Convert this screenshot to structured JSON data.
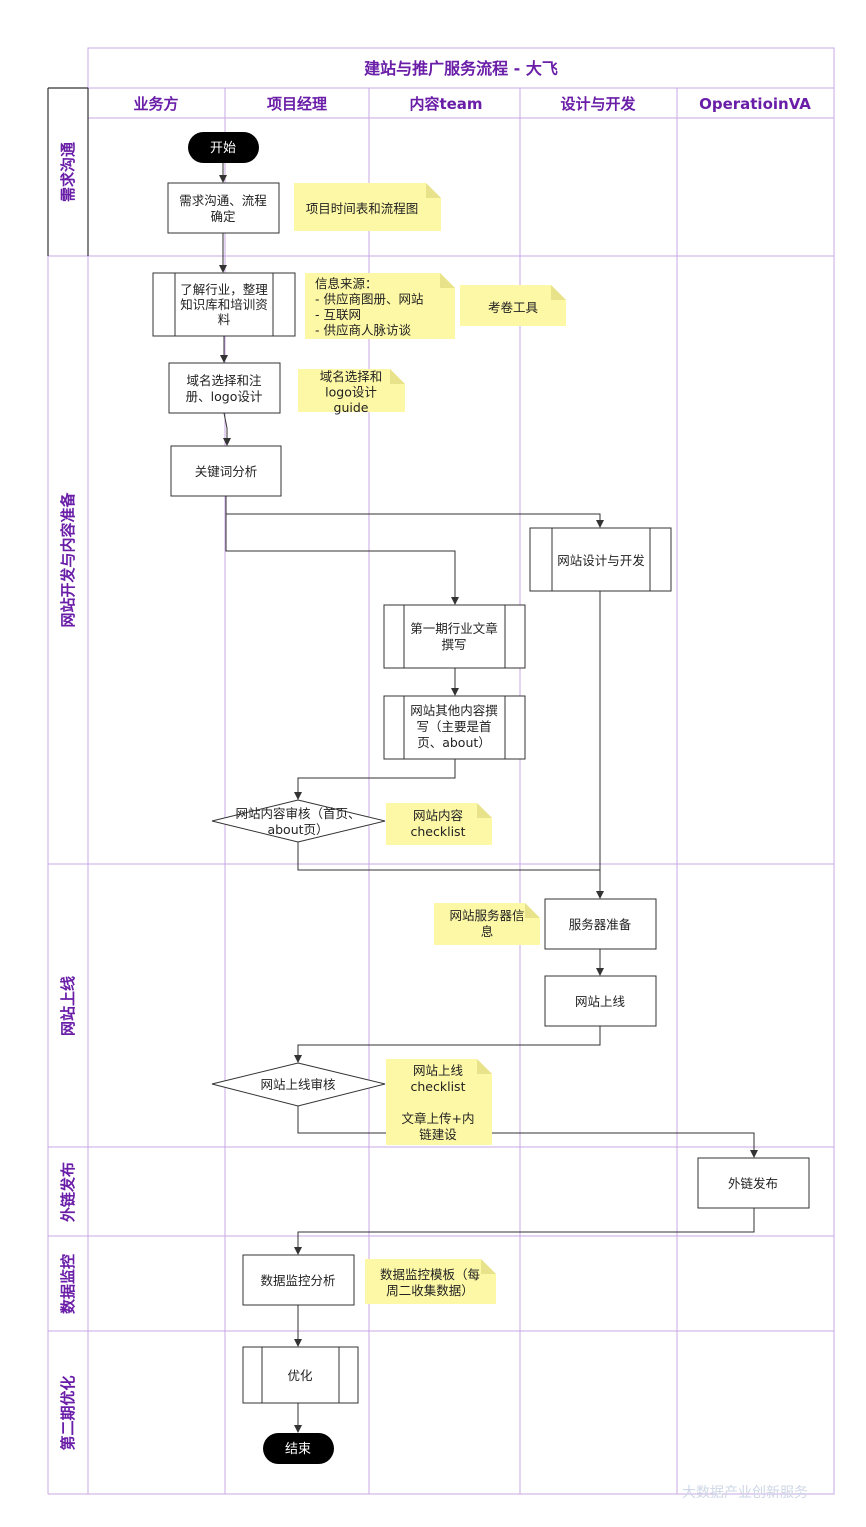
{
  "title": "建站与推广服务流程 - 大飞",
  "lanes": [
    "业务方",
    "项目经理",
    "内容team",
    "设计与开发",
    "OperatioinVA"
  ],
  "phases": [
    "需求沟通",
    "网站开发与内容准备",
    "网站上线",
    "外链发布",
    "数据监控",
    "第二期优化"
  ],
  "nodes": {
    "start": [
      "开始"
    ],
    "req": [
      "需求沟通、流程",
      "确定"
    ],
    "research": [
      "了解行业，整理",
      "知识库和培训资",
      "料"
    ],
    "domain": [
      "域名选择和注",
      "册、logo设计"
    ],
    "keyword": [
      "关键词分析"
    ],
    "webdev": [
      "网站设计与开发"
    ],
    "article1": [
      "第一期行业文章",
      "撰写"
    ],
    "othercontent": [
      "网站其他内容撰",
      "写（主要是首",
      "页、about）"
    ],
    "review": [
      "网站内容审核（首页、",
      "about页）"
    ],
    "server": [
      "服务器准备"
    ],
    "launch": [
      "网站上线"
    ],
    "launchreview": [
      "网站上线审核"
    ],
    "backlinks": [
      "外链发布"
    ],
    "monitor": [
      "数据监控分析"
    ],
    "optimize": [
      "优化"
    ],
    "end": [
      "结束"
    ]
  },
  "notes": {
    "schedule": [
      "项目时间表和流程图"
    ],
    "sources": [
      "信息来源：",
      "- 供应商图册、网站",
      "- 互联网",
      "- 供应商人脉访谈"
    ],
    "quiz": [
      "考卷工具"
    ],
    "domainguide": [
      "域名选择和",
      "logo设计",
      "guide"
    ],
    "contentchecklist": [
      "网站内容",
      "checklist"
    ],
    "serverinfo": [
      "网站服务器信",
      "息"
    ],
    "launchchecklist": [
      "网站上线",
      "checklist",
      "",
      "文章上传+内",
      "链建设"
    ],
    "monitortemplate": [
      "数据监控模板（每",
      "周二收集数据）"
    ]
  },
  "watermark": "大数据产业创新服务",
  "colors": {
    "accent": "#6a1ea8",
    "grid": "#c9a8e4",
    "note": "#fdf8a6",
    "noteFold": "#e8e28a",
    "terminal": "#000000",
    "line": "#333333"
  }
}
